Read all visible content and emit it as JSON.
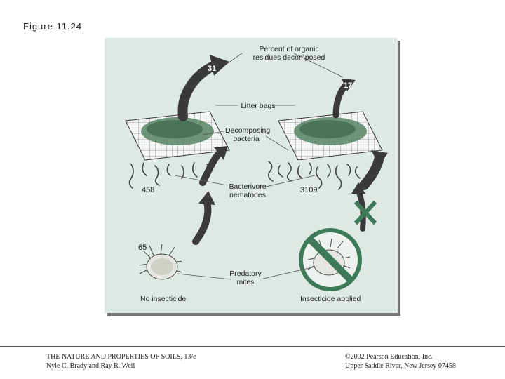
{
  "figure_title": "Figure 11.24",
  "labels": {
    "percent_decomposed": "Percent of organic residues decomposed",
    "litter_bags": "Litter bags",
    "decomposing_bacteria": "Decomposing bacteria",
    "bacterivore_nematodes": "Bacterivore nematodes",
    "predatory_mites": "Predatory mites",
    "no_insecticide": "No insecticide",
    "insecticide_applied": "Insecticide applied"
  },
  "values": {
    "decomposed_no_insecticide": "31",
    "decomposed_insecticide": "17",
    "nematodes_no_insecticide": "458",
    "nematodes_insecticide": "3109",
    "mites_no_insecticide": "65"
  },
  "footer": {
    "book_title": "THE NATURE AND PROPERTIES OF SOILS, 13/e",
    "authors": "Nyle C. Brady and Ray R. Weil",
    "copyright": "©2002 Pearson Education, Inc.",
    "location": "Upper Saddle River, New Jersey 07458"
  },
  "colors": {
    "panel": "#dfe9e4",
    "arrow": "#3a3a3a",
    "litter": "#5f8a6c",
    "prohibition": "#3d7a5a"
  }
}
